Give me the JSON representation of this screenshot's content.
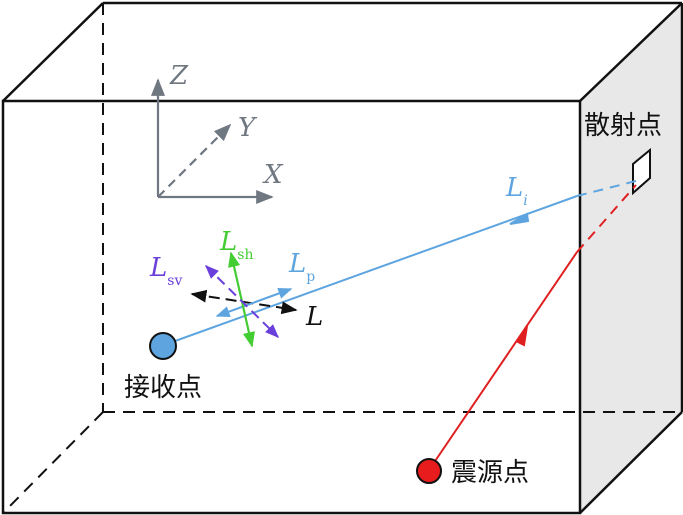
{
  "labels": {
    "scatter_point": "散射点",
    "receiver_point": "接收点",
    "source_point": "震源点"
  },
  "axes": {
    "z": "Z",
    "y": "Y",
    "x": "X"
  },
  "rays": {
    "incident": {
      "base": "L",
      "sub": "i"
    },
    "p": {
      "base": "L",
      "sub": "p"
    },
    "sh": {
      "base": "L",
      "sub": "sh"
    },
    "sv": {
      "base": "L",
      "sub": "sv"
    },
    "total": {
      "base": "L"
    }
  },
  "colors": {
    "box_stroke": "#111111",
    "side_face": "#e8e8e8",
    "axis": "#6f7780",
    "blue_ray": "#5ea5e0",
    "red_ray": "#e02020",
    "green": "#44cc33",
    "purple": "#6a3fdc",
    "receiver_fill": "#5ea5e0",
    "source_fill": "#e81c1c"
  }
}
